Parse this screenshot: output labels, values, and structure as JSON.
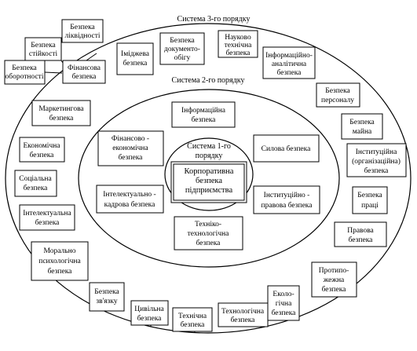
{
  "diagram": {
    "rings": {
      "level3": "Система 3-го порядку",
      "level2": "Система 2-го порядку",
      "level1": [
        "Система 1-го",
        "порядку"
      ]
    },
    "core": [
      "Корпоративна",
      "безпека",
      "підприємства"
    ],
    "level2_boxes": [
      {
        "key": "info",
        "lines": [
          "Інформаційна",
          "безпека"
        ]
      },
      {
        "key": "fin_econ",
        "lines": [
          "Фінансово -",
          "економічна",
          "безпека"
        ]
      },
      {
        "key": "force",
        "lines": [
          "Силова безпека"
        ]
      },
      {
        "key": "intel_personnel",
        "lines": [
          "Інтелектуально -",
          "кадрова безпека"
        ]
      },
      {
        "key": "inst_legal",
        "lines": [
          "Інституційно -",
          "правова безпека"
        ]
      },
      {
        "key": "tech",
        "lines": [
          "Техніко-",
          "технологічна",
          "безпека"
        ]
      }
    ],
    "level3_boxes": [
      {
        "key": "liquidity",
        "lines": [
          "Безпека",
          "ліквідності"
        ]
      },
      {
        "key": "stability",
        "lines": [
          "Безпека",
          "стійкості"
        ]
      },
      {
        "key": "turnover",
        "lines": [
          "Безпека",
          "оборотності"
        ]
      },
      {
        "key": "financial",
        "lines": [
          "Фінансова",
          "безпека"
        ]
      },
      {
        "key": "image",
        "lines": [
          "Іміджева",
          "безпека"
        ]
      },
      {
        "key": "docflow",
        "lines": [
          "Безпека",
          "документо-",
          "обігу"
        ]
      },
      {
        "key": "scitech",
        "lines": [
          "Науково",
          "технічна",
          "безпека"
        ]
      },
      {
        "key": "infoanalytic",
        "lines": [
          "Інформаційно-",
          "аналітична",
          "безпека"
        ]
      },
      {
        "key": "personnel",
        "lines": [
          "Безпека",
          "персоналу"
        ]
      },
      {
        "key": "property",
        "lines": [
          "Безпека",
          "майна"
        ]
      },
      {
        "key": "institutional",
        "lines": [
          "Інституційна",
          "(організаційна)",
          "безпека"
        ]
      },
      {
        "key": "labor",
        "lines": [
          "Безпека",
          "праці"
        ]
      },
      {
        "key": "legal",
        "lines": [
          "Правова",
          "безпека"
        ]
      },
      {
        "key": "fire",
        "lines": [
          "Протипо-",
          "жежна",
          "безпека"
        ]
      },
      {
        "key": "ecology",
        "lines": [
          "Еколо-",
          "гічна",
          "безпека"
        ]
      },
      {
        "key": "technology",
        "lines": [
          "Технологічна",
          "безпека"
        ]
      },
      {
        "key": "technical",
        "lines": [
          "Технічна",
          "безпека"
        ]
      },
      {
        "key": "civil",
        "lines": [
          "Цивільна",
          "безпека"
        ]
      },
      {
        "key": "comms",
        "lines": [
          "Безпека",
          "зв'язку"
        ]
      },
      {
        "key": "moral",
        "lines": [
          "Морально",
          "психологічна",
          "безпека"
        ]
      },
      {
        "key": "intellectual",
        "lines": [
          "Інтелектуальна",
          "безпека"
        ]
      },
      {
        "key": "social",
        "lines": [
          "Соціальна",
          "безпека"
        ]
      },
      {
        "key": "economic",
        "lines": [
          "Економічна",
          "безпека"
        ]
      },
      {
        "key": "marketing",
        "lines": [
          "Маркетингова",
          "безпека"
        ]
      }
    ]
  }
}
